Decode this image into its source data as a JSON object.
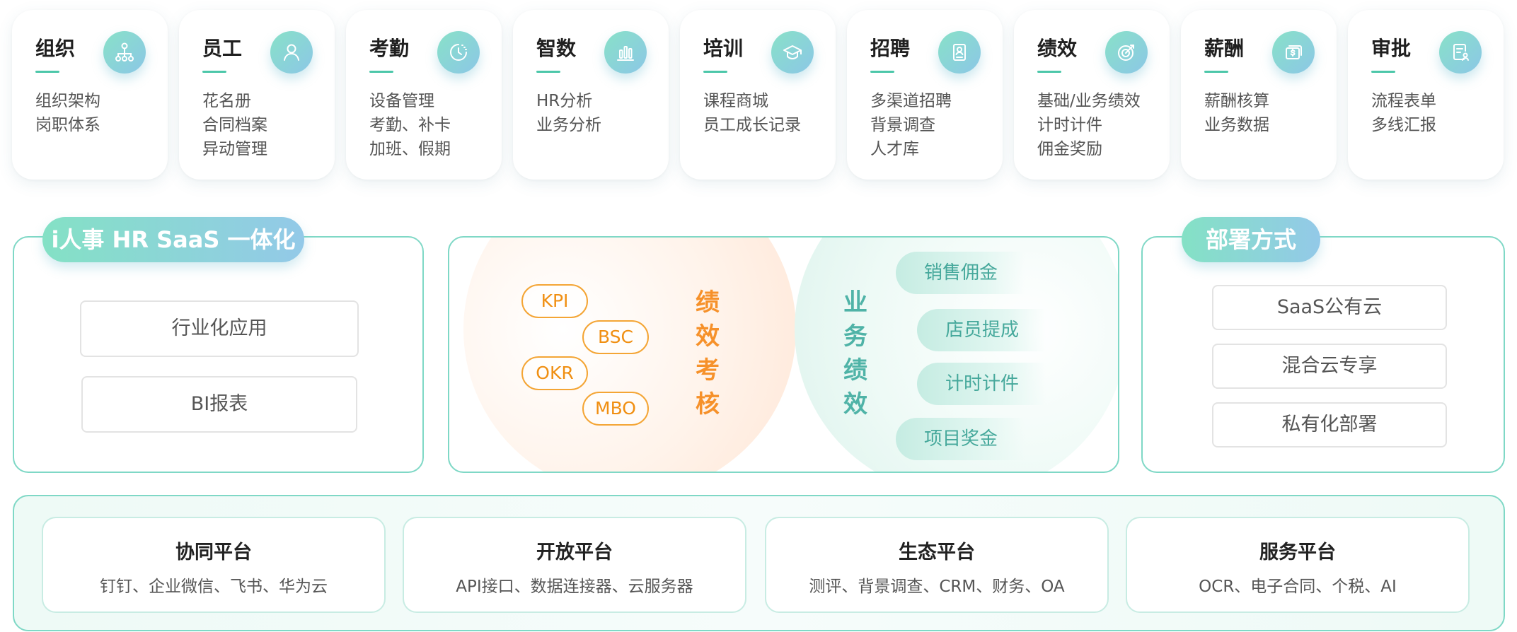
{
  "modules": [
    {
      "title": "组织",
      "icon": "org-chart-icon",
      "items": [
        "组织架构",
        "岗职体系"
      ]
    },
    {
      "title": "员工",
      "icon": "person-icon",
      "items": [
        "花名册",
        "合同档案",
        "异动管理"
      ]
    },
    {
      "title": "考勤",
      "icon": "clock-icon",
      "items": [
        "设备管理",
        "考勤、补卡",
        "加班、假期"
      ]
    },
    {
      "title": "智数",
      "icon": "bar-chart-icon",
      "items": [
        "HR分析",
        "业务分析"
      ]
    },
    {
      "title": "培训",
      "icon": "graduation-cap-icon",
      "items": [
        "课程商城",
        "员工成长记录"
      ]
    },
    {
      "title": "招聘",
      "icon": "resume-icon",
      "items": [
        "多渠道招聘",
        "背景调查",
        "人才库"
      ]
    },
    {
      "title": "绩效",
      "icon": "target-icon",
      "items": [
        "基础/业务绩效",
        "计时计件",
        "佣金奖励"
      ]
    },
    {
      "title": "薪酬",
      "icon": "money-icon",
      "items": [
        "薪酬核算",
        "业务数据"
      ]
    },
    {
      "title": "审批",
      "icon": "approval-form-icon",
      "items": [
        "流程表单",
        "多线汇报"
      ]
    }
  ],
  "integration": {
    "tag": "i人事 HR SaaS 一体化",
    "boxes": [
      "行业化应用",
      "BI报表"
    ]
  },
  "performance": {
    "left_title": "绩效考核",
    "methods": [
      "KPI",
      "BSC",
      "OKR",
      "MBO"
    ],
    "right_title": "业务绩效",
    "business": [
      "销售佣金",
      "店员提成",
      "计时计件",
      "项目奖金"
    ]
  },
  "deployment": {
    "tag": "部署方式",
    "options": [
      "SaaS公有云",
      "混合云专享",
      "私有化部署"
    ]
  },
  "platforms": [
    {
      "title": "协同平台",
      "desc": "钉钉、企业微信、飞书、华为云"
    },
    {
      "title": "开放平台",
      "desc": "API接口、数据连接器、云服务器"
    },
    {
      "title": "生态平台",
      "desc": "测评、背景调查、CRM、财务、OA"
    },
    {
      "title": "服务平台",
      "desc": "OCR、电子合同、个税、AI"
    }
  ],
  "colors": {
    "accent": "#4cc7a9",
    "orange": "#f6912a",
    "teal_text": "#4fb3a7",
    "border": "#7fd8c6"
  }
}
